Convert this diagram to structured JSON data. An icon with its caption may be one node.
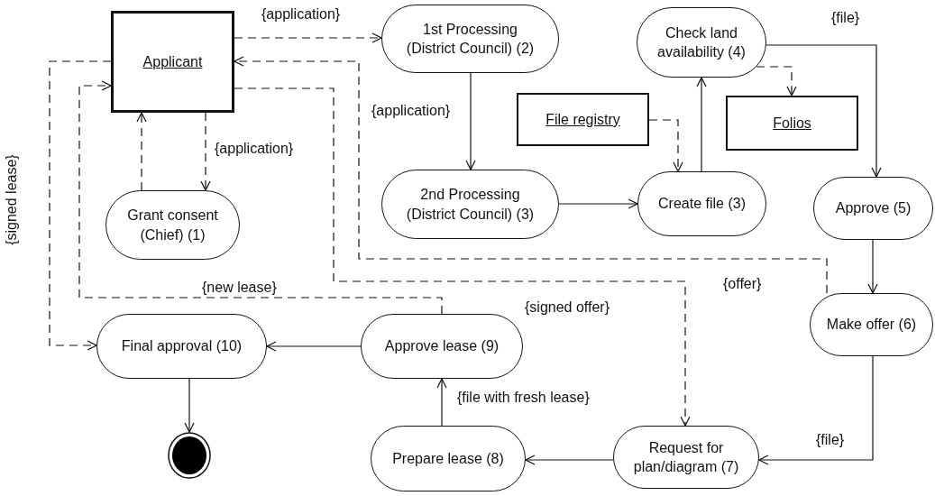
{
  "diagram": {
    "nodes": [
      {
        "text": [
          "Applicant"
        ]
      },
      {
        "text": [
          "1st Processing (District Council) (2)"
        ]
      },
      {
        "text": [
          "Check land availability (4)"
        ]
      },
      {
        "text": [
          "File registry"
        ]
      },
      {
        "text": [
          "Folios"
        ]
      },
      {
        "text": [
          "Grant consent (Chief) (1)"
        ]
      },
      {
        "text": [
          "2nd Processing (District Council) (3)"
        ]
      },
      {
        "text": [
          "Create file (3)"
        ]
      },
      {
        "text": [
          "Approve (5)"
        ]
      },
      {
        "text": [
          "Make offer (6)"
        ]
      },
      {
        "text": [
          "Final approval (10)"
        ]
      },
      {
        "text": [
          "Approve lease (9)"
        ]
      },
      {
        "text": [
          "Prepare lease (8)"
        ]
      },
      {
        "text": [
          "Request for plan/diagram (7)"
        ]
      },
      {
        "text": [],
        "shape": "circle"
      }
    ],
    "edges": [
      {
        "from": 0,
        "to": 1,
        "arrow": "to",
        "style": "dashed",
        "label": "{application}"
      },
      {
        "from": 9,
        "to": 0,
        "arrow": "to",
        "style": "dashed",
        "label": "{offer}"
      },
      {
        "from": 0,
        "to": 13,
        "arrow": "to",
        "style": "dashed",
        "label": "{signed offer}"
      },
      {
        "from": 0,
        "to": 10,
        "arrow": "to",
        "style": "dashed",
        "label": "{signed lease}"
      },
      {
        "from": 11,
        "to": 0,
        "arrow": "to",
        "style": "dashed",
        "label": "{new lease}"
      },
      {
        "from": 5,
        "to": 0,
        "arrow": "to",
        "style": "dashed"
      },
      {
        "from": 0,
        "to": 5,
        "arrow": "to",
        "style": "dashed",
        "label": "{application}"
      },
      {
        "from": 1,
        "to": 6,
        "arrow": "to",
        "label": "{application}"
      },
      {
        "from": 6,
        "to": 7,
        "arrow": "to"
      },
      {
        "from": 3,
        "to": 7,
        "arrow": "to",
        "style": "dashed"
      },
      {
        "from": 7,
        "to": 2,
        "arrow": "to"
      },
      {
        "from": 2,
        "to": 4,
        "arrow": "to",
        "style": "dashed"
      },
      {
        "from": 2,
        "to": 8,
        "arrow": "to",
        "label": "{file}"
      },
      {
        "from": 8,
        "to": 9,
        "arrow": "to"
      },
      {
        "from": 9,
        "to": 13,
        "arrow": "to",
        "label": "{file}"
      },
      {
        "from": 13,
        "to": 12,
        "arrow": "to"
      },
      {
        "from": 12,
        "to": 11,
        "arrow": "to",
        "label": "{file with fresh lease}"
      },
      {
        "from": 11,
        "to": 10,
        "arrow": "to"
      },
      {
        "from": 10,
        "to": 14,
        "arrow": "to"
      }
    ]
  }
}
